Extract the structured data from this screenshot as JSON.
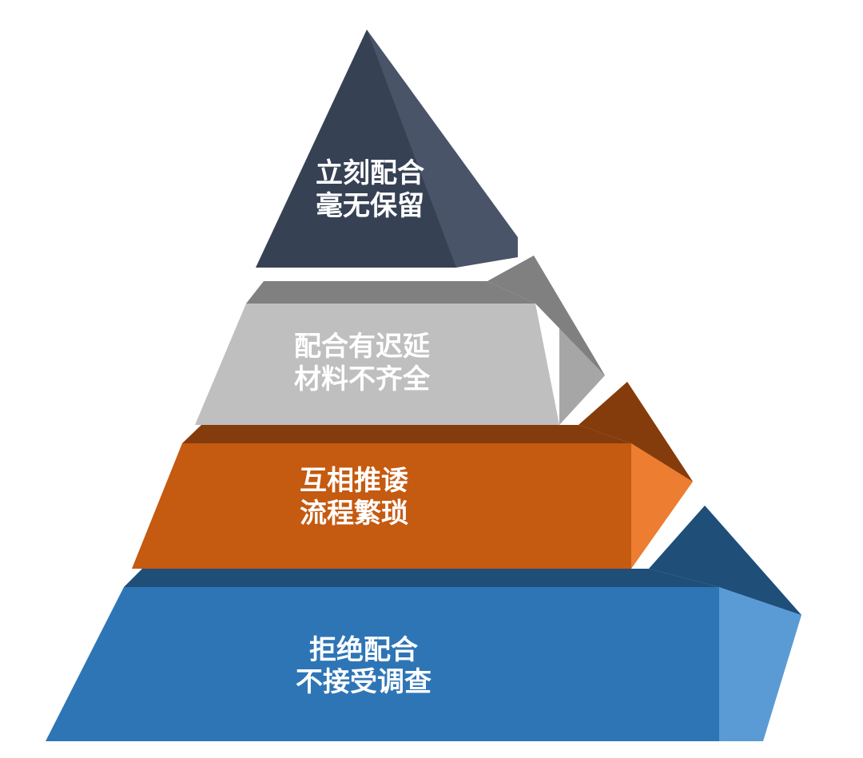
{
  "diagram": {
    "type": "pyramid",
    "orientation": "upright",
    "style": "3d-beveled",
    "background_color": "#ffffff",
    "tier_count": 4,
    "text_color": "#ffffff",
    "tiers": [
      {
        "level": 1,
        "position": "top",
        "name": "tier-top",
        "line1": "立刻配合",
        "line2": "毫无保留",
        "front_color": "#374154",
        "side_color": "#4a5469",
        "bevel_color": "#2b3443"
      },
      {
        "level": 2,
        "position": "upper-middle",
        "name": "tier-second",
        "line1": "配合有迟延",
        "line2": "材料不齐全",
        "front_color": "#bfbfbf",
        "side_color": "#a6a6a6",
        "bevel_color": "#808080"
      },
      {
        "level": 3,
        "position": "lower-middle",
        "name": "tier-third",
        "line1": "互相推诿",
        "line2": "流程繁琐",
        "front_color": "#c55a11",
        "side_color": "#ed7d31",
        "bevel_color": "#843c0c"
      },
      {
        "level": 4,
        "position": "bottom",
        "name": "tier-bottom",
        "line1": "拒绝配合",
        "line2": "不接受调查",
        "front_color": "#2e75b6",
        "side_color": "#5b9bd5",
        "bevel_color": "#1f4e79"
      }
    ]
  }
}
